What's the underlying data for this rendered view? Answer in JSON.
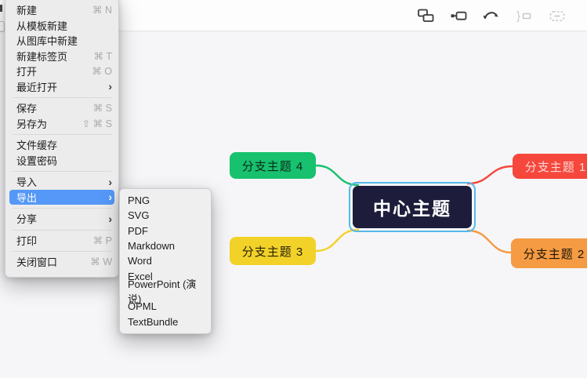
{
  "toolbar": {
    "icons": [
      {
        "name": "insert-child-topic",
        "enabled": true
      },
      {
        "name": "insert-topic",
        "enabled": true
      },
      {
        "name": "relationship",
        "enabled": true
      },
      {
        "name": "summary",
        "enabled": false
      },
      {
        "name": "boundary",
        "enabled": false
      }
    ]
  },
  "menu": {
    "chevron": "›",
    "items": [
      {
        "label": "新建",
        "shortcut": "⌘ N"
      },
      {
        "label": "从模板新建"
      },
      {
        "label": "从图库中新建"
      },
      {
        "label": "新建标签页",
        "shortcut": "⌘ T"
      },
      {
        "label": "打开",
        "shortcut": "⌘ O"
      },
      {
        "label": "最近打开",
        "submenu": true
      },
      {
        "label": "保存",
        "shortcut": "⌘ S"
      },
      {
        "label": "另存为",
        "shortcut": "⇧ ⌘ S"
      },
      {
        "label": "文件缓存"
      },
      {
        "label": "设置密码"
      },
      {
        "label": "导入",
        "submenu": true
      },
      {
        "label": "导出",
        "submenu": true,
        "highlighted": true
      },
      {
        "label": "分享",
        "submenu": true
      },
      {
        "label": "打印",
        "shortcut": "⌘ P"
      },
      {
        "label": "关闭窗口",
        "shortcut": "⌘ W"
      }
    ]
  },
  "export_submenu": {
    "items": [
      "PNG",
      "SVG",
      "PDF",
      "Markdown",
      "Word",
      "Excel",
      "PowerPoint (演说)",
      "OPML",
      "TextBundle"
    ]
  },
  "mindmap": {
    "central_topic": {
      "label": "中心主题",
      "bg": "#1d1d3b",
      "text_color": "#ffffff",
      "selection_color": "#57b8ea"
    },
    "branches": [
      {
        "label": "分支主题 1",
        "color": "#f5473c",
        "text_color": "#ffd9d6"
      },
      {
        "label": "分支主题 2",
        "color": "#f49b44",
        "text_color": "#201403"
      },
      {
        "label": "分支主题 3",
        "color": "#f2d229",
        "text_color": "#26210a"
      },
      {
        "label": "分支主题 4",
        "color": "#18c16d",
        "text_color": "#082a1c"
      }
    ]
  }
}
